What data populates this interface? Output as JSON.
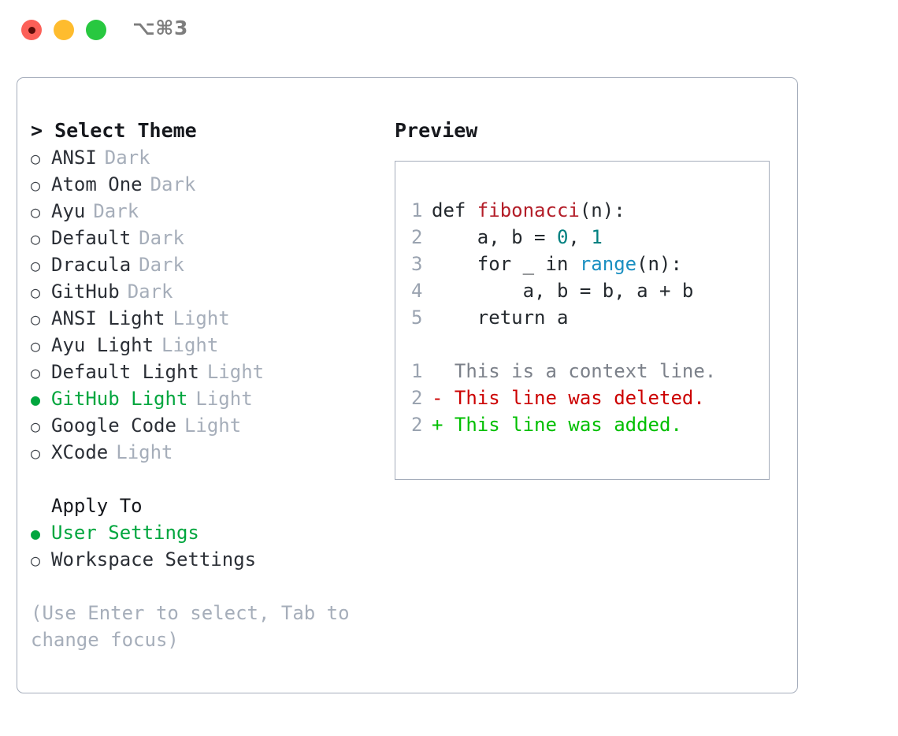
{
  "titlebar": {
    "shortcut": "⌥⌘3",
    "lights": [
      "close-red",
      "minimize-yellow",
      "maximize-green"
    ]
  },
  "theme_picker": {
    "header": "> Select Theme",
    "marker_selected": "●",
    "marker_unselected": "○",
    "accent_color": "#01a63e",
    "items": [
      {
        "name": "ANSI",
        "kind": "Dark",
        "selected": false
      },
      {
        "name": "Atom One",
        "kind": "Dark",
        "selected": false
      },
      {
        "name": "Ayu",
        "kind": "Dark",
        "selected": false
      },
      {
        "name": "Default",
        "kind": "Dark",
        "selected": false
      },
      {
        "name": "Dracula",
        "kind": "Dark",
        "selected": false
      },
      {
        "name": "GitHub",
        "kind": "Dark",
        "selected": false
      },
      {
        "name": "ANSI Light",
        "kind": "Light",
        "selected": false
      },
      {
        "name": "Ayu Light",
        "kind": "Light",
        "selected": false
      },
      {
        "name": "Default Light",
        "kind": "Light",
        "selected": false
      },
      {
        "name": "GitHub Light",
        "kind": "Light",
        "selected": true
      },
      {
        "name": "Google Code",
        "kind": "Light",
        "selected": false
      },
      {
        "name": "XCode",
        "kind": "Light",
        "selected": false
      }
    ]
  },
  "apply_to": {
    "title": "Apply To",
    "options": [
      {
        "label": "User Settings",
        "selected": true
      },
      {
        "label": "Workspace Settings",
        "selected": false
      }
    ]
  },
  "hint": "(Use Enter to select, Tab to change focus)",
  "preview": {
    "title": "Preview",
    "code": {
      "lines": [
        {
          "num": "1",
          "indent": "",
          "parts": [
            {
              "text": "def ",
              "cls": ""
            },
            {
              "text": "fibonacci",
              "cls": "tok-fn"
            },
            {
              "text": "(n):",
              "cls": ""
            }
          ]
        },
        {
          "num": "2",
          "indent": "    ",
          "parts": [
            {
              "text": "a, b = ",
              "cls": ""
            },
            {
              "text": "0",
              "cls": "tok-num"
            },
            {
              "text": ", ",
              "cls": ""
            },
            {
              "text": "1",
              "cls": "tok-num"
            }
          ]
        },
        {
          "num": "3",
          "indent": "    ",
          "parts": [
            {
              "text": "for _ in ",
              "cls": ""
            },
            {
              "text": "range",
              "cls": "tok-bi"
            },
            {
              "text": "(n):",
              "cls": ""
            }
          ]
        },
        {
          "num": "4",
          "indent": "        ",
          "parts": [
            {
              "text": "a, b = b, a + b",
              "cls": ""
            }
          ]
        },
        {
          "num": "5",
          "indent": "    ",
          "parts": [
            {
              "text": "return a",
              "cls": ""
            }
          ]
        }
      ]
    },
    "diff": {
      "lines": [
        {
          "num": "1",
          "sign": "  ",
          "text": "This is a context line.",
          "cls": "diff-ctx"
        },
        {
          "num": "2",
          "sign": "- ",
          "text": "This line was deleted.",
          "cls": "diff-del"
        },
        {
          "num": "2",
          "sign": "+ ",
          "text": "This line was added.",
          "cls": "diff-add"
        }
      ]
    }
  }
}
